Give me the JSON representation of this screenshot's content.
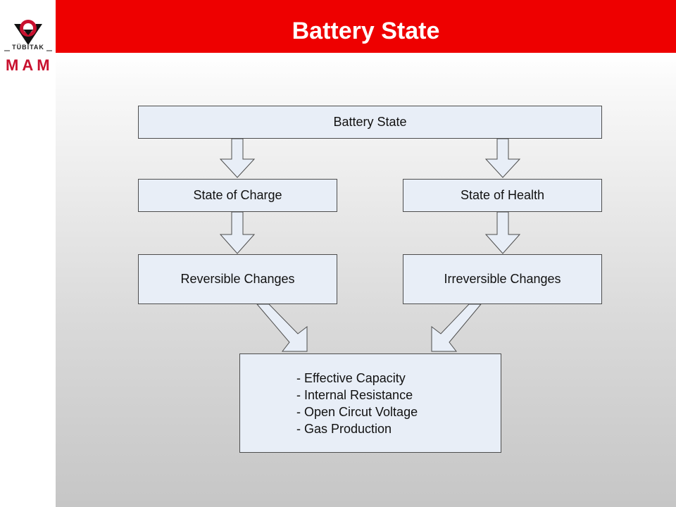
{
  "header": {
    "title": "Battery State"
  },
  "logo": {
    "word": "TÜBİTAK",
    "mam": "MAM"
  },
  "diagram": {
    "top": "Battery State",
    "left_mid": "State of Charge",
    "right_mid": "State of Health",
    "left_low": "Reversible Changes",
    "right_low": "Irreversible Changes",
    "bottom_items": [
      "- Effective Capacity",
      "- Internal Resistance",
      "- Open Circut Voltage",
      "- Gas Production"
    ]
  },
  "colors": {
    "title_bar": "#ee0000",
    "box_fill": "#e8eef7",
    "box_border": "#4d4d4d",
    "logo_red": "#c8102e"
  }
}
